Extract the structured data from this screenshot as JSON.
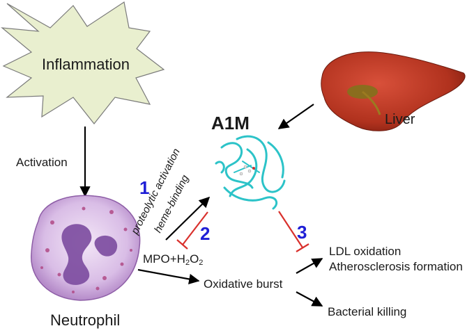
{
  "labels": {
    "inflammation": "Inflammation",
    "activation": "Activation",
    "neutrophil": "Neutrophil",
    "a1m": "A1M",
    "liver": "Liver",
    "proteolytic_activation": "proteolytic activation",
    "heme_binding": "heme-binding",
    "mpo_prefix": "MPO+H",
    "mpo_sub1": "2",
    "mpo_mid": "O",
    "mpo_sub2": "2",
    "oxidative_burst": "Oxidative burst",
    "ldl_oxidation": "LDL oxidation",
    "atherosclerosis": "Atherosclerosis formation",
    "bacterial_killing": "Bacterial killing"
  },
  "numbers": {
    "one": "1",
    "two": "2",
    "three": "3"
  },
  "colors": {
    "starburst_fill": "#e9efcf",
    "arrow": "#000000",
    "inhibition": "#d9302c",
    "number": "#1f1fd6",
    "protein": "#2cc3c8",
    "liver": "#b5331f",
    "neutrophil": "#c9a6d8"
  },
  "icons": [
    "starburst-shape",
    "neutrophil-cell-image",
    "a1m-protein-structure",
    "liver-image"
  ]
}
